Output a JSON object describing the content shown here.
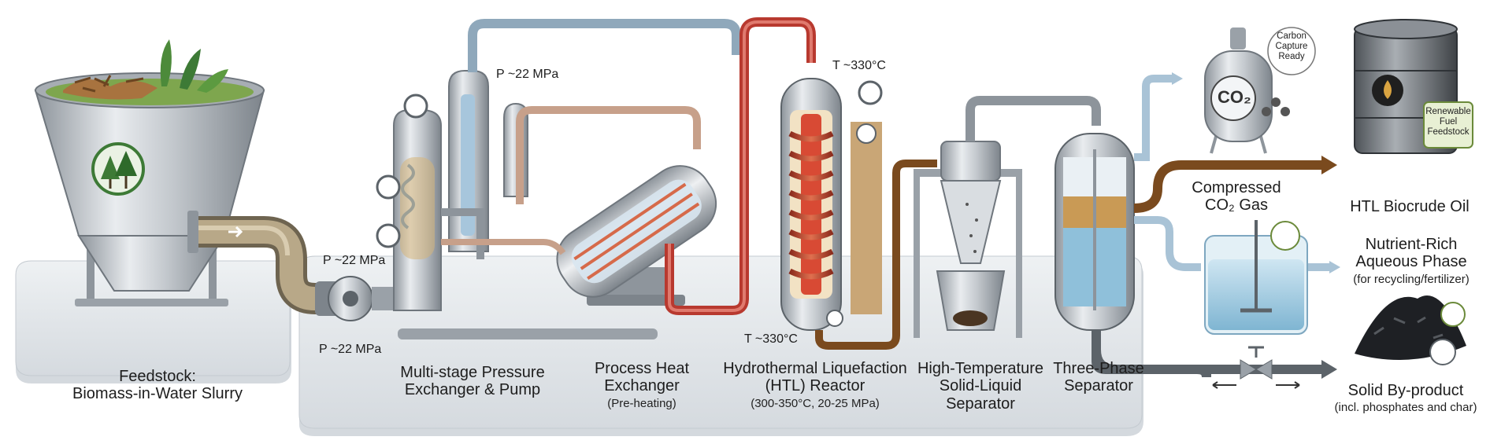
{
  "stages": {
    "feedstock": {
      "title_line1": "Feedstock:",
      "title_line2": "Biomass-in-Water Slurry"
    },
    "pressure": {
      "title_line1": "Multi-stage Pressure",
      "title_line2": "Exchanger & Pump"
    },
    "heat": {
      "title_line1": "Process Heat",
      "title_line2": "Exchanger",
      "note": "(Pre-heating)"
    },
    "reactor": {
      "title_line1": "Hydrothermal Liquefaction",
      "title_line2": "(HTL) Reactor",
      "note": "(300-350°C, 20-25 MPa)"
    },
    "separator_sl": {
      "title_line1": "High-Temperature",
      "title_line2": "Solid-Liquid",
      "title_line3": "Separator"
    },
    "separator_3p": {
      "title_line1": "Three-Phase",
      "title_line2": "Separator"
    }
  },
  "annotations": {
    "pump_in_pressure": "P ~22 MPa",
    "pump_out_pressure": "P ~22 MPa",
    "top_pressure": "P ~22 MPa",
    "reactor_top_temp": "T ~330°C",
    "reactor_bottom_temp": "T ~330°C"
  },
  "outputs": {
    "co2": {
      "line1": "Compressed",
      "line2": "CO₂ Gas",
      "tank_text": "CO₂",
      "badge": [
        "Carbon",
        "Capture",
        "Ready"
      ]
    },
    "biocrude": {
      "label": "HTL Biocrude Oil",
      "badge": [
        "Renewable",
        "Fuel",
        "Feedstock"
      ]
    },
    "aqueous": {
      "line1": "Nutrient-Rich",
      "line2": "Aqueous Phase",
      "note": "(for recycling/fertilizer)"
    },
    "solid": {
      "label": "Solid By-product",
      "note": "(incl. phosphates and char)"
    }
  },
  "colors": {
    "slurry_pipe": "#9a8a6a",
    "hot_pipe": "#c9473d",
    "cool_pipe": "#a9c3d6",
    "oil_pipe": "#7a4a1e",
    "steel": "#b9bec4",
    "platform": "#e6e9ec",
    "leaf": "#3d7a36"
  }
}
